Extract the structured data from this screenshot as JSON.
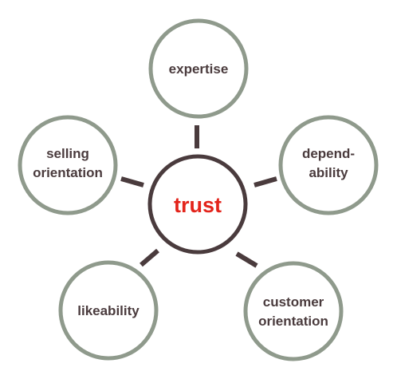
{
  "center": {
    "label": "trust",
    "color": "#e3241b"
  },
  "nodes": [
    {
      "line1": "expertise",
      "line2": ""
    },
    {
      "line1": "depend-",
      "line2": "ability"
    },
    {
      "line1": "customer",
      "line2": "orientation"
    },
    {
      "line1": "likeability",
      "line2": ""
    },
    {
      "line1": "selling",
      "line2": "orientation"
    }
  ],
  "colors": {
    "outer_ring": "#8f9a8c",
    "center_ring": "#4a3b3d",
    "connector": "#4a3b3d",
    "node_text": "#4a3b3d"
  }
}
